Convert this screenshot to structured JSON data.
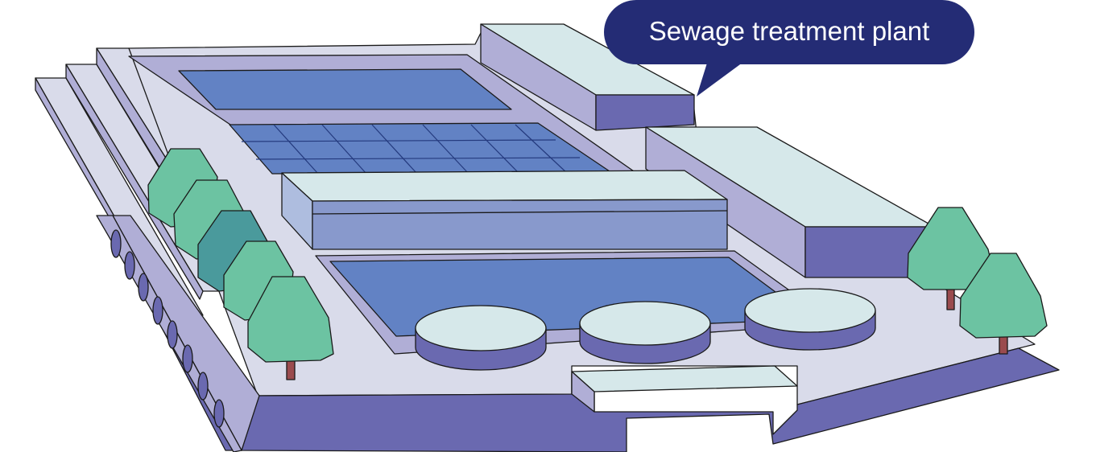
{
  "callout": {
    "label": "Sewage treatment plant"
  },
  "palette": {
    "platform_top": "#d9dbea",
    "platform_side": "#b0aed6",
    "platform_front": "#6a69b0",
    "water": "#6282c4",
    "water_grid": "#243a7e",
    "building_roof": "#d6e8ea",
    "building_side": "#b0aed6",
    "building_front": "#6a69b0",
    "tree_light": "#6cc3a2",
    "tree_dark": "#4a9a9c",
    "trunk": "#9a4b4e",
    "callout_bg": "#242c75",
    "outline": "#1a1a1a"
  },
  "icons": {
    "callout": "speech-bubble",
    "tree": "tree-icon",
    "tank": "circular-clarifier-tank"
  }
}
